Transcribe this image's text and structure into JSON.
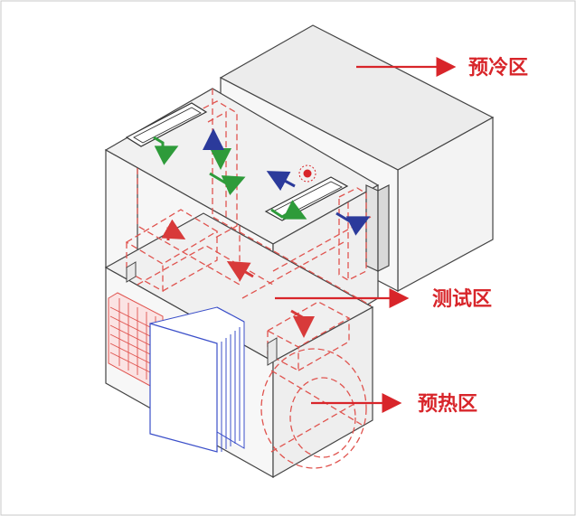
{
  "labels": {
    "precool": "预冷区",
    "test": "测试区",
    "preheat": "预热区"
  },
  "colors": {
    "zone_label": "#d8252a",
    "hidden_lines": "#e0544f",
    "airflow_green": "#2e9b3a",
    "airflow_blue": "#2b3a9b",
    "heat_exchanger_blue": "#3b4fc9",
    "outline": "#444444"
  },
  "icons": {
    "sensor": "red-dot-sensor-icon",
    "airflow": "airflow-arrow-icon"
  }
}
